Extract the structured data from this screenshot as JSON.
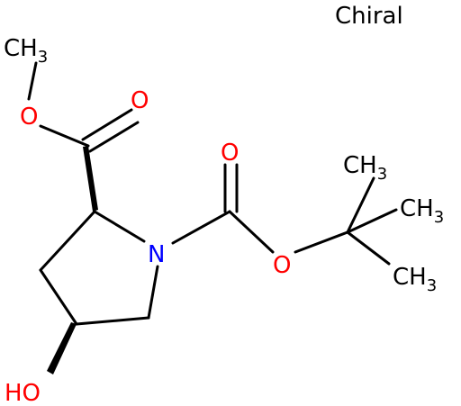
{
  "label": {
    "chiral": "Chiral"
  },
  "atoms": {
    "methyl_top": {
      "main": "CH",
      "sub": "3"
    },
    "o_ester_single": "O",
    "o_ester_double": "O",
    "o_carbamate_double": "O",
    "o_carbamate_single": "O",
    "nitrogen": "N",
    "hydroxyl": "HO",
    "ch3_a": {
      "main": "CH",
      "sub": "3"
    },
    "ch3_b": {
      "main": "CH",
      "sub": "3"
    },
    "ch3_c": {
      "main": "CH",
      "sub": "3"
    }
  },
  "colors": {
    "oxygen": "#ff0000",
    "nitrogen": "#0000ff",
    "carbon": "#000000"
  }
}
